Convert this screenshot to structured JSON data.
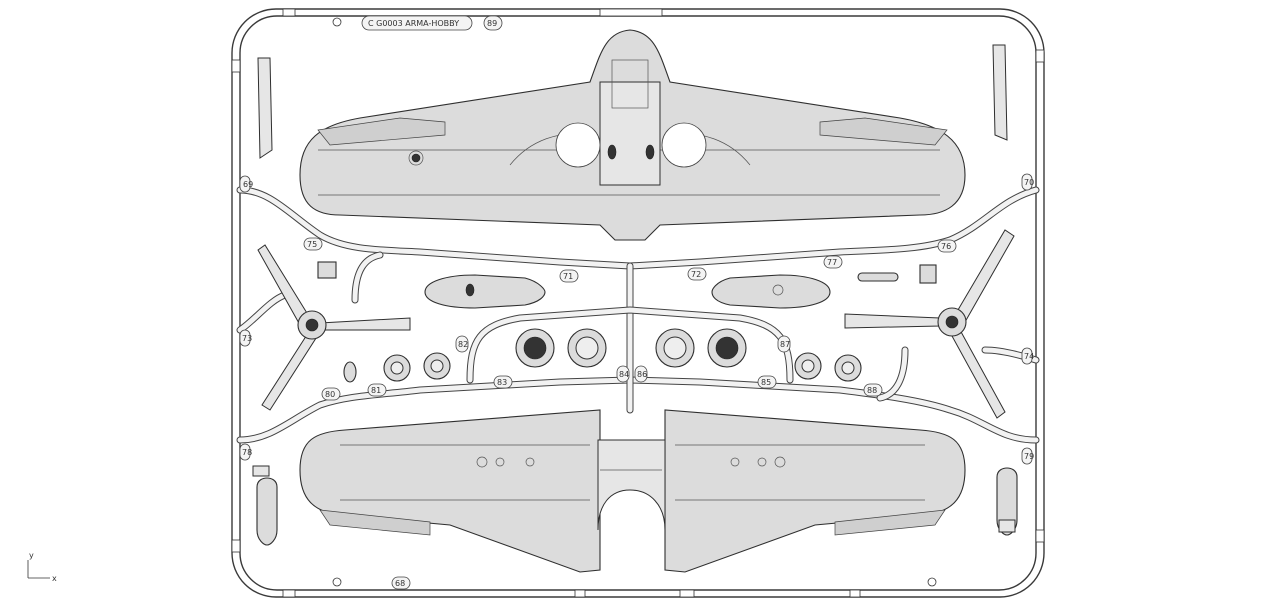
{
  "sprue": {
    "header_label": "C  G0003 ARMA-HOBBY",
    "header_number": "89",
    "bottom_number": "68"
  },
  "part_numbers": [
    {
      "id": "p69",
      "text": "69"
    },
    {
      "id": "p70",
      "text": "70"
    },
    {
      "id": "p71",
      "text": "71"
    },
    {
      "id": "p72",
      "text": "72"
    },
    {
      "id": "p73",
      "text": "73"
    },
    {
      "id": "p74",
      "text": "74"
    },
    {
      "id": "p75",
      "text": "75"
    },
    {
      "id": "p76",
      "text": "76"
    },
    {
      "id": "p77",
      "text": "77"
    },
    {
      "id": "p78",
      "text": "78"
    },
    {
      "id": "p79",
      "text": "79"
    },
    {
      "id": "p80",
      "text": "80"
    },
    {
      "id": "p81",
      "text": "81"
    },
    {
      "id": "p82",
      "text": "82"
    },
    {
      "id": "p83",
      "text": "83"
    },
    {
      "id": "p84",
      "text": "84"
    },
    {
      "id": "p85",
      "text": "85"
    },
    {
      "id": "p86",
      "text": "86"
    },
    {
      "id": "p87",
      "text": "87"
    },
    {
      "id": "p88",
      "text": "88"
    }
  ],
  "axes": {
    "y_label": "y",
    "x_label": "x"
  }
}
